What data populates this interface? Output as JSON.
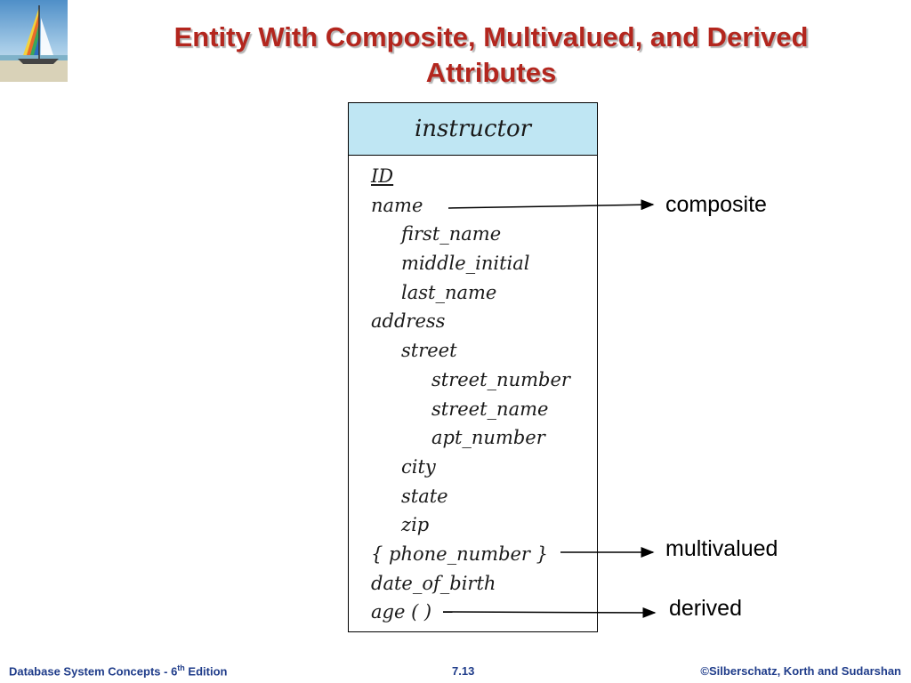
{
  "slide": {
    "title_line1": "Entity With Composite, Multivalued, and Derived",
    "title_line2": "Attributes"
  },
  "entity": {
    "name": "instructor",
    "header_color": "#bfe6f3",
    "attributes": [
      {
        "label": "ID",
        "level": 0,
        "primary_key": true
      },
      {
        "label": "name",
        "level": 0
      },
      {
        "label": "first_name",
        "level": 1
      },
      {
        "label": "middle_initial",
        "level": 1
      },
      {
        "label": "last_name",
        "level": 1
      },
      {
        "label": "address",
        "level": 0
      },
      {
        "label": "street",
        "level": 1
      },
      {
        "label": "street_number",
        "level": 2
      },
      {
        "label": "street_name",
        "level": 2
      },
      {
        "label": "apt_number",
        "level": 2
      },
      {
        "label": "city",
        "level": 1
      },
      {
        "label": "state",
        "level": 1
      },
      {
        "label": "zip",
        "level": 1
      },
      {
        "label": "{ phone_number }",
        "level": 0
      },
      {
        "label": "date_of_birth",
        "level": 0
      },
      {
        "label": "age ( )",
        "level": 0
      }
    ]
  },
  "callouts": {
    "composite": "composite",
    "multivalued": "multivalued",
    "derived": "derived"
  },
  "footer": {
    "book_prefix": "Database System Concepts - 6",
    "edition_sup": "th",
    "edition_suffix": " Edition",
    "page": "7.13",
    "copyright": "©Silberschatz, Korth and Sudarshan"
  },
  "colors": {
    "title": "#b3261e",
    "footer": "#1f3c8a"
  },
  "icons": {
    "logo": "sailboat-logo-icon"
  }
}
